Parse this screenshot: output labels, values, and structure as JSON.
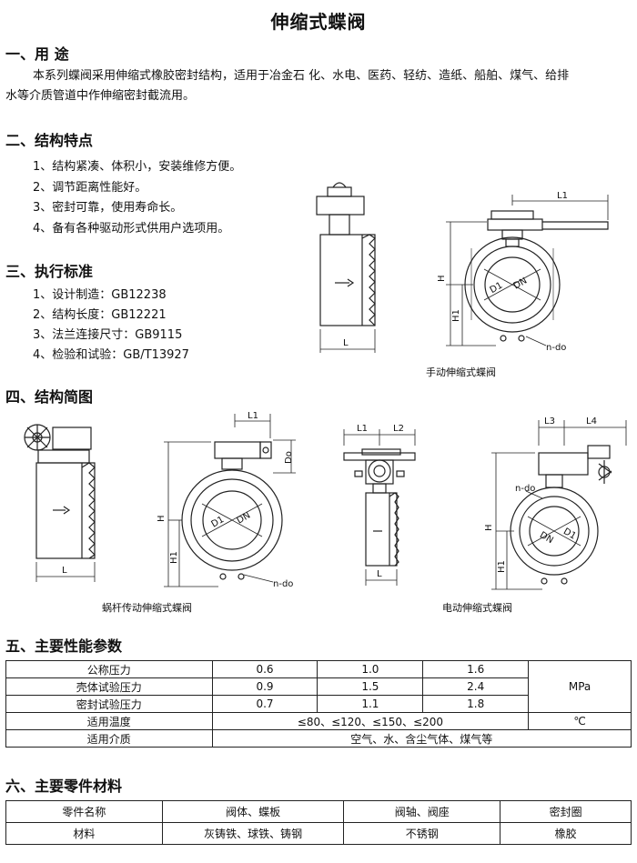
{
  "title": "伸缩式蝶阀",
  "sections": {
    "s1": {
      "heading": "一、用 途",
      "line1": "本系列蝶阀采用伸缩式橡胶密封结构，适用于冶金石 化、水电、医药、轻纺、造纸、船舶、煤气、给排",
      "line2": "水等介质管道中作伸缩密封截流用。"
    },
    "s2": {
      "heading": "二、结构特点",
      "items": [
        "1、结构紧凑、体积小，安装维修方便。",
        "2、调节距离性能好。",
        "3、密封可靠，使用寿命长。",
        "4、备有各种驱动形式供用户选项用。"
      ]
    },
    "s3": {
      "heading": "三、执行标准",
      "items": [
        "1、设计制造：GB12238",
        "2、结构长度：GB12221",
        "3、法兰连接尺寸：GB9115",
        "4、检验和试验：GB/T13927"
      ]
    },
    "s4": {
      "heading": "四、结构简图"
    },
    "s5": {
      "heading": "五、主要性能参数"
    },
    "s6": {
      "heading": "六、主要零件材料"
    }
  },
  "figures": {
    "manual_caption": "手动伸缩式蝶阀",
    "worm_caption": "蜗杆传动伸缩式蝶阀",
    "electric_caption": "电动伸缩式蝶阀",
    "labels": {
      "L": "L",
      "L1": "L1",
      "L2": "L2",
      "L3": "L3",
      "L4": "L4",
      "H": "H",
      "H1": "H1",
      "D1": "D1",
      "DN": "DN",
      "Do": "Do",
      "ndo": "n-do"
    }
  },
  "perf_table": {
    "rows": [
      [
        "公称压力",
        "0.6",
        "1.0",
        "1.6"
      ],
      [
        "壳体试验压力",
        "0.9",
        "1.5",
        "2.4"
      ],
      [
        "密封试验压力",
        "0.7",
        "1.1",
        "1.8"
      ]
    ],
    "pressure_unit": "MPa",
    "temp_label": "适用温度",
    "temp_value": "≤80、≤120、≤150、≤200",
    "temp_unit": "℃",
    "medium_label": "适用介质",
    "medium_value": "空气、水、含尘气体、煤气等"
  },
  "material_table": {
    "row1": [
      "零件名称",
      "阀体、蝶板",
      "阀轴、阀座",
      "密封圈"
    ],
    "row2": [
      "材料",
      "灰铸铁、球铁、铸钢",
      "不锈钢",
      "橡胶"
    ]
  }
}
